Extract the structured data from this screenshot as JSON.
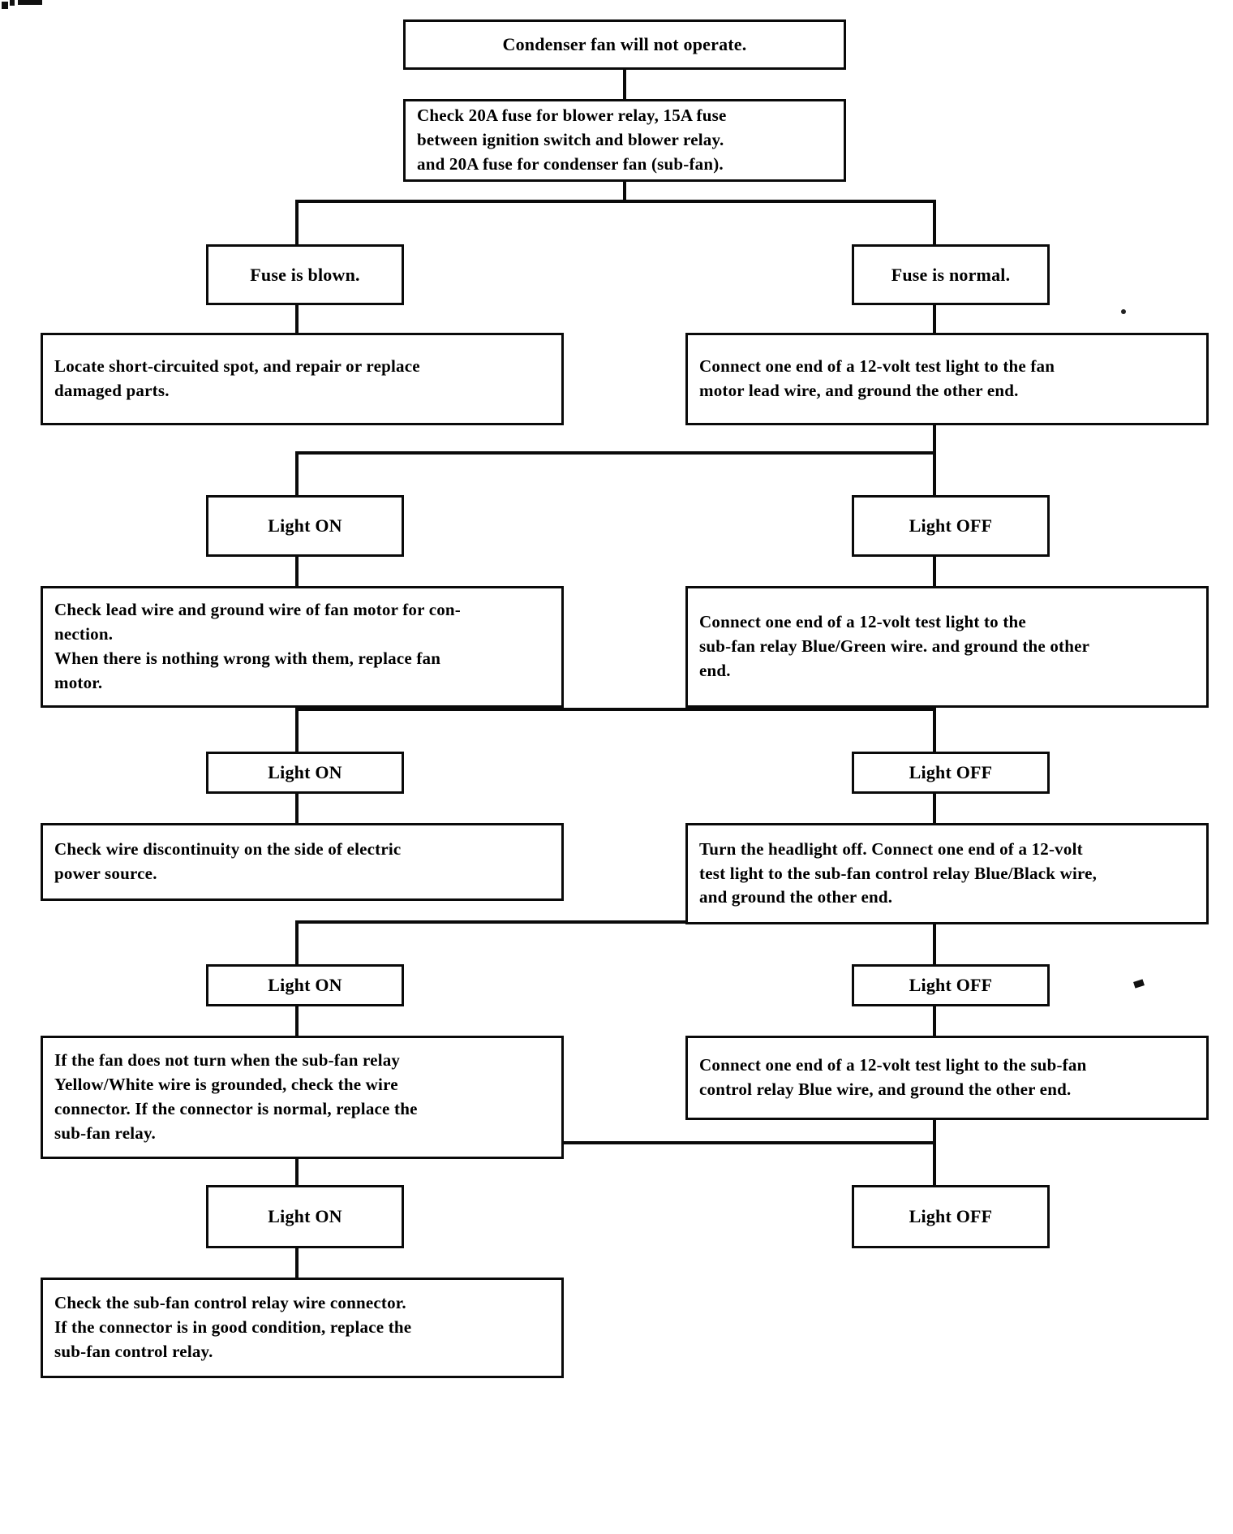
{
  "document": {
    "type": "troubleshooting-flowchart",
    "title": "Condenser fan will not operate."
  },
  "nodes": {
    "start": "Condenser fan will not operate.",
    "check_fuses": "Check 20A fuse for blower relay, 15A fuse\nbetween ignition switch and blower relay.\nand 20A fuse for condenser fan (sub-fan).",
    "fuse_blown": "Fuse is blown.",
    "fuse_normal": "Fuse is normal.",
    "repair_short": "Locate short-circuited spot, and repair or replace\ndamaged parts.",
    "test_fan_motor_lead": "Connect one end of a 12-volt test light to the fan\nmotor lead wire, and ground the other end.",
    "light_on_1": "Light ON",
    "light_off_1": "Light OFF",
    "check_lead_ground": "Check lead wire and ground wire of fan motor for con-\nnection.\nWhen there is nothing wrong with them, replace fan\nmotor.",
    "test_subfan_relay_bluegreen": "Connect one end of a 12-volt test light to the\nsub-fan relay Blue/Green wire. and ground the other\nend.",
    "light_on_2": "Light ON",
    "light_off_2": "Light OFF",
    "check_discontinuity": "Check wire discontinuity on the side of electric\npower source.",
    "test_control_relay_blueblack": "Turn the headlight off.  Connect one end of a 12-volt\ntest light to the sub-fan control relay Blue/Black wire,\nand ground the other end.",
    "light_on_3": "Light ON",
    "light_off_3": "Light OFF",
    "check_yellow_white": "If the fan does not turn when the sub-fan relay\nYellow/White wire is grounded, check the wire\nconnector.  If the connector is normal, replace the\nsub-fan relay.",
    "test_control_relay_blue": "Connect one end of a 12-volt test light to the sub-fan\ncontrol relay Blue wire, and ground the other end.",
    "light_on_4": "Light ON",
    "light_off_4": "Light OFF",
    "check_control_relay_connector": "Check the sub-fan control relay wire connector.\nIf the connector is in good condition, replace the\nsub-fan control relay."
  },
  "colors": {
    "ink": "#0a0a0a",
    "paper": "#ffffff"
  }
}
